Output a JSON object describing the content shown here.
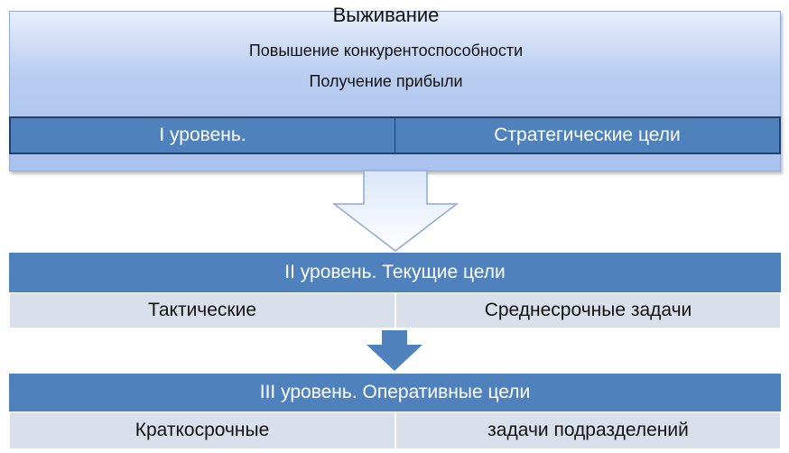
{
  "level1": {
    "title": "Выживание",
    "items": [
      "Повышение конкурентоспособности",
      "Получение прибыли"
    ],
    "bar_left": "I уровень.",
    "bar_right": "Стратегические цели"
  },
  "level2": {
    "header": "II уровень. Текущие цели",
    "left": "Тактические",
    "right": "Среднесрочные задачи"
  },
  "level3": {
    "header": "III уровень. Оперативные цели",
    "left": "Краткосрочные",
    "right": "задачи подразделений"
  },
  "colors": {
    "bar_blue": "#4f81bd",
    "level1_gradient_top": "#e7eefb",
    "level1_gradient_bottom": "#a9c1ee",
    "subcell_gray": "#d9e0ec",
    "arrow_dark": "#4f81bd"
  }
}
